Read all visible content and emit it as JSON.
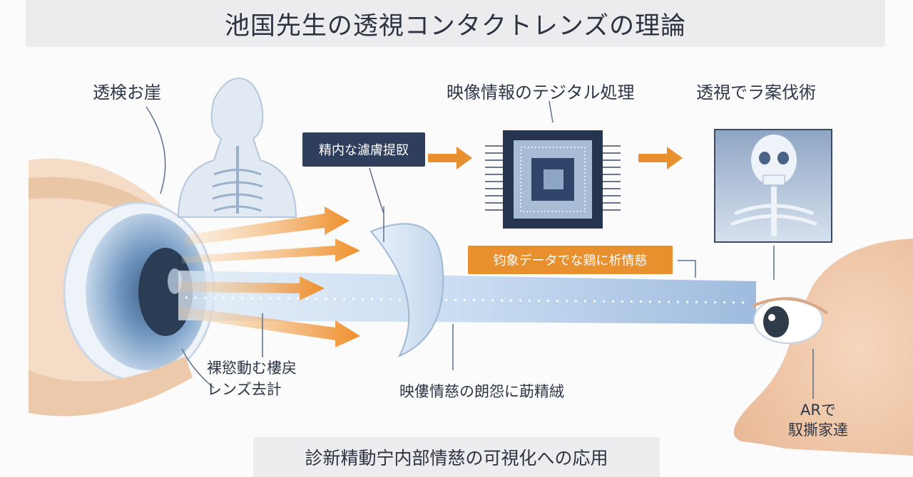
{
  "title": "池国先生の透視コンタクトレンズの理論",
  "labels": {
    "top_left": "透検お崖",
    "top_middle": "映像情報のテジタル処理",
    "top_right": "透視でラ案伐術",
    "dark_box": "精内な濾膚提臤",
    "orange_box": "钧象データでな鶏に析情慈",
    "lens_line1": "裸慾動む樓戻",
    "lens_line2": "レンズ去計",
    "beam_caption": "映僂情慈の朗怨に莇精絨",
    "ar_line1": "ARで",
    "ar_line2": "馭撕家達"
  },
  "footer": "診新精動宁内部情慈の可視化への応用",
  "colors": {
    "accent_orange": "#e8902e",
    "dark_navy": "#2e3e5c",
    "beam_blue": "#a9c6e6",
    "skin": "#f2cdb0"
  },
  "icons": [
    "eye",
    "contact-lens",
    "body-xray",
    "processing-chip",
    "xray-skull",
    "arrow-right",
    "face-profile"
  ]
}
